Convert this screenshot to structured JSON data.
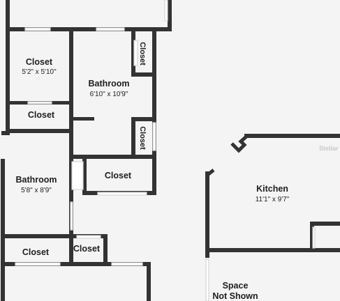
{
  "rooms": {
    "closet_top_left": {
      "name": "Closet",
      "dims": "5'2\" x 5'10\""
    },
    "bathroom_upper": {
      "name": "Bathroom",
      "dims": "6'10\" x 10'9\""
    },
    "closet_vertical_top": {
      "name": "Closet"
    },
    "closet_vertical_mid": {
      "name": "Closet"
    },
    "closet_small_left": {
      "name": "Closet"
    },
    "bathroom_lower": {
      "name": "Bathroom",
      "dims": "5'8\" x 8'9\""
    },
    "closet_middle": {
      "name": "Closet"
    },
    "kitchen": {
      "name": "Kitchen",
      "dims": "11'1\" x 9'7\""
    },
    "closet_bottom_left": {
      "name": "Closet"
    },
    "closet_bottom_small": {
      "name": "Closet"
    },
    "space_not_shown": {
      "line1": "Space",
      "line2": "Not Shown"
    }
  },
  "watermark": "Stellar"
}
